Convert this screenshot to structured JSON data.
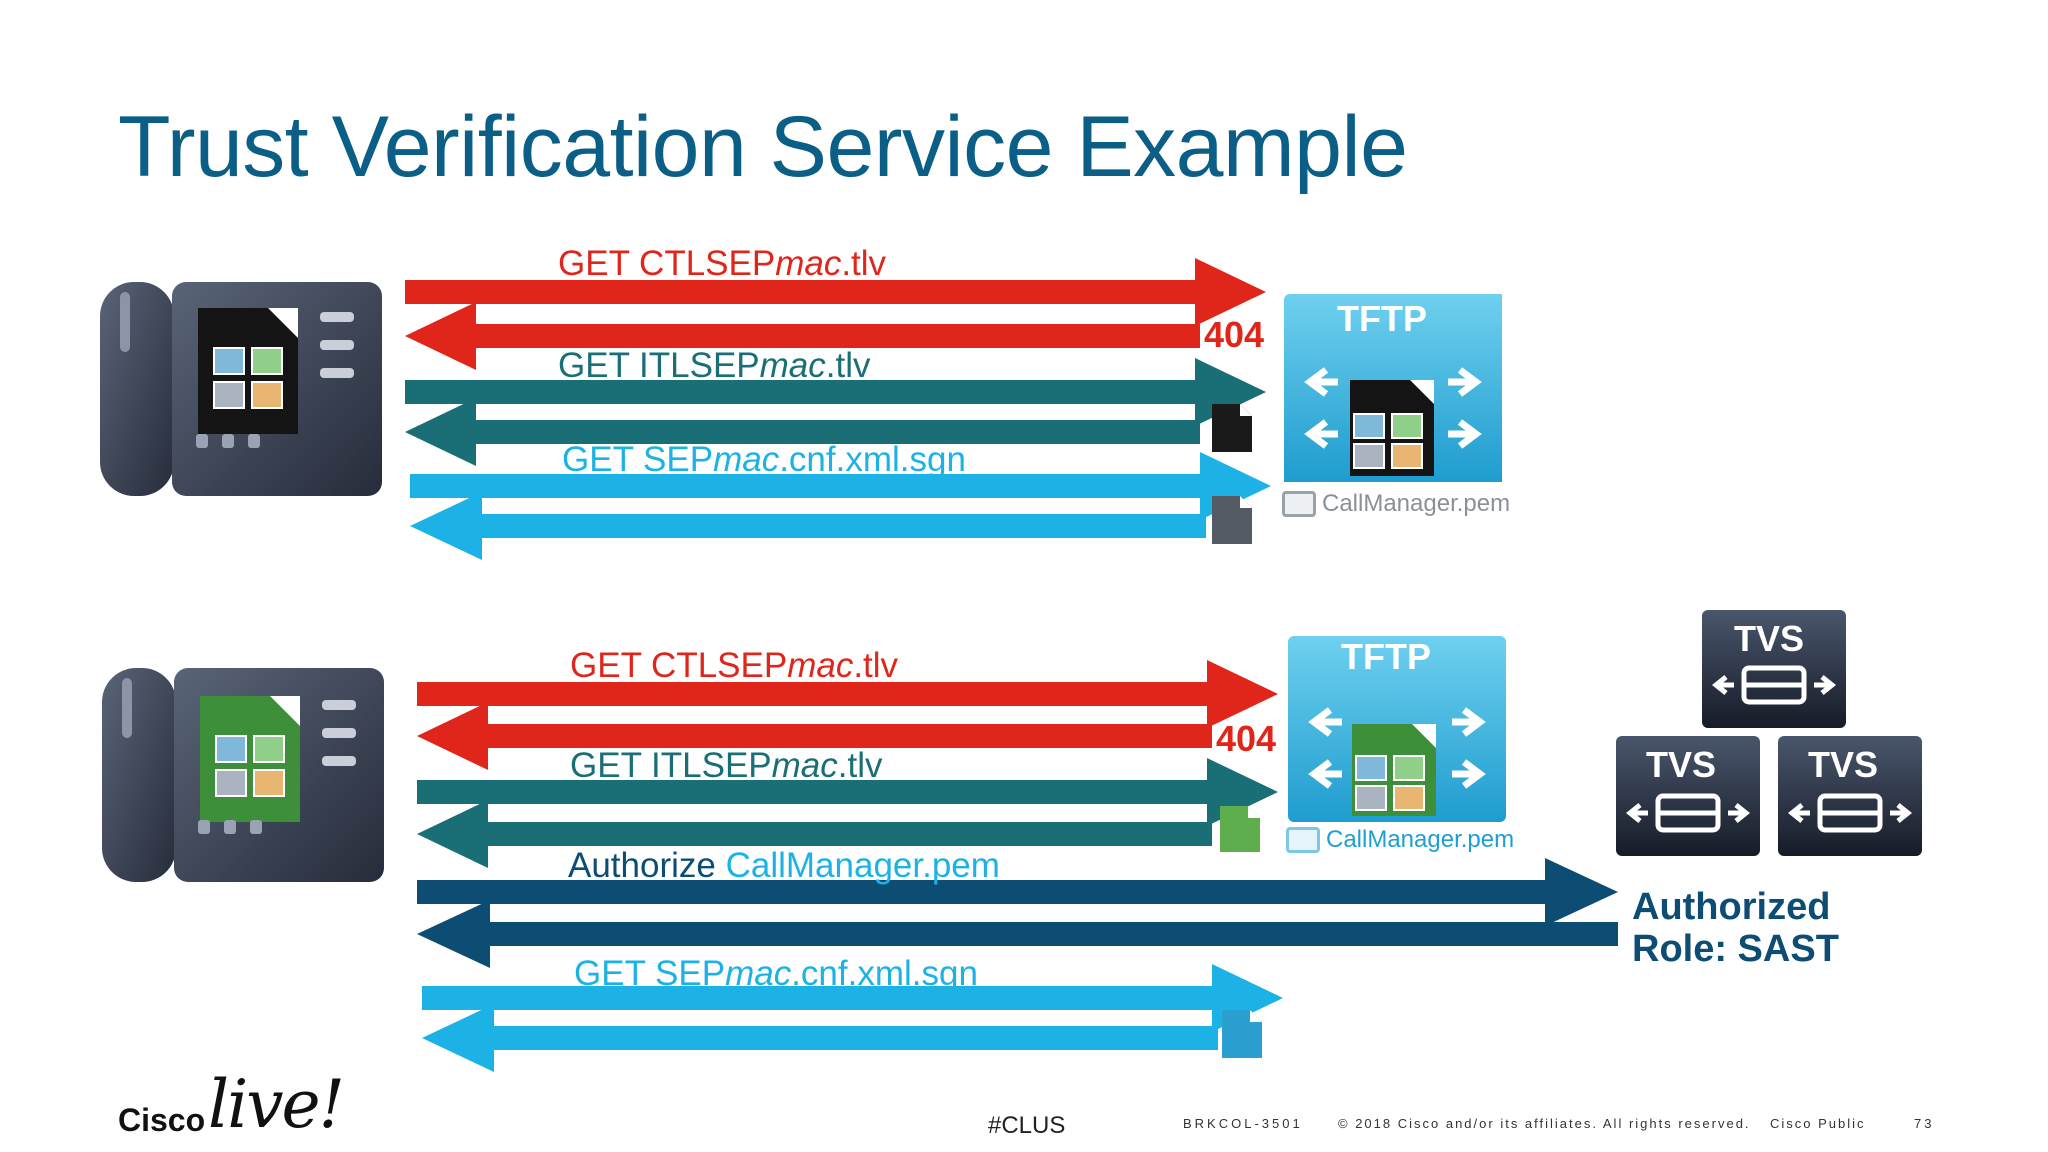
{
  "slide": {
    "title": "Trust Verification Service Example"
  },
  "top_flow": {
    "get_ctl": {
      "prefix": "GET CTLSEP",
      "italic": "mac",
      "suffix": ".tlv"
    },
    "get_itl": {
      "prefix": "GET ITLSEP",
      "italic": "mac",
      "suffix": ".tlv"
    },
    "get_cnf": {
      "prefix": "GET SEP",
      "italic": "mac",
      "suffix": ".cnf.xml.sgn"
    },
    "not_found_code": "404",
    "tftp_label": "TFTP",
    "cert_label": "CallManager.pem"
  },
  "bottom_flow": {
    "get_ctl": {
      "prefix": "GET CTLSEP",
      "italic": "mac",
      "suffix": ".tlv"
    },
    "get_itl": {
      "prefix": "GET ITLSEP",
      "italic": "mac",
      "suffix": ".tlv"
    },
    "authorize": {
      "prefix": "Authorize ",
      "highlight": "CallManager.pem"
    },
    "get_cnf": {
      "prefix": "GET SEP",
      "italic": "mac",
      "suffix": ".cnf.xml.sgn"
    },
    "not_found_code": "404",
    "tftp_label": "TFTP",
    "cert_label": "CallManager.pem",
    "tvs_labels": [
      "TVS",
      "TVS",
      "TVS"
    ],
    "authorized_line1": "Authorized",
    "authorized_line2": "Role: SAST"
  },
  "footer": {
    "logo_cisco": "Cisco",
    "logo_live": "live!",
    "hashtag": "#CLUS",
    "session": "BRKCOL-3501",
    "copyright": "© 2018 Cisco and/or its affiliates. All rights reserved.",
    "classification": "Cisco Public",
    "page_number": "73"
  },
  "colors": {
    "title": "#0b5f86",
    "red_arrow": "#e0251b",
    "teal_arrow": "#1a6e76",
    "cyan_arrow": "#1db2e6",
    "navy_arrow": "#0d4d73",
    "tftp_box": "#3fb6e0",
    "tvs_box": "#2a3548"
  }
}
